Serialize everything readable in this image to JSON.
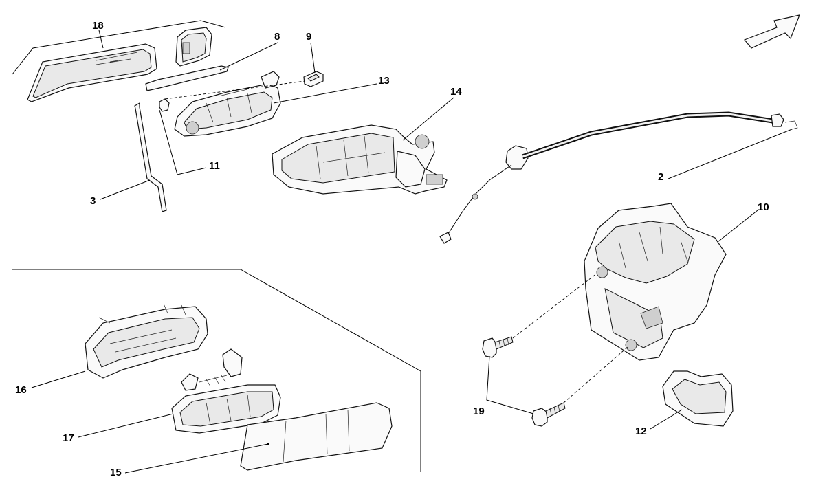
{
  "labels": {
    "p18": "18",
    "p8": "8",
    "p9": "9",
    "p13": "13",
    "p14": "14",
    "p11": "11",
    "p3": "3",
    "p2": "2",
    "p10": "10",
    "p16": "16",
    "p17": "17",
    "p15": "15",
    "p19": "19",
    "p12": "12"
  },
  "icons": {
    "direction": "arrow-icon"
  }
}
